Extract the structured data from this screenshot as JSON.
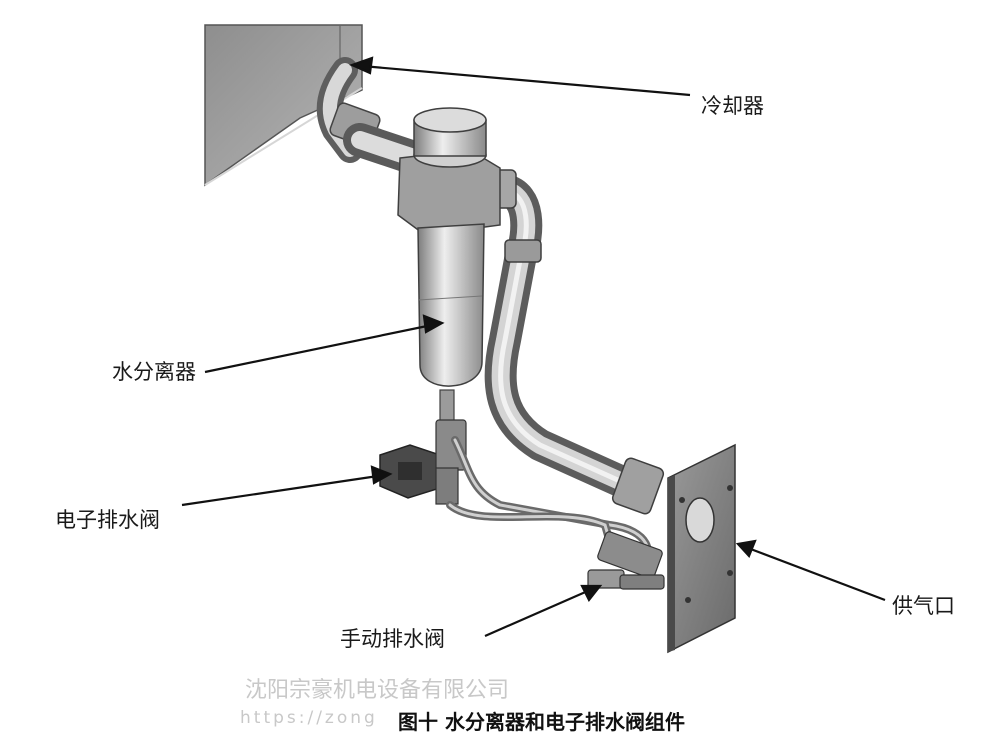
{
  "labels": {
    "cooler": "冷却器",
    "separator": "水分离器",
    "electronic_drain": "电子排水阀",
    "manual_drain": "手动排水阀",
    "air_outlet": "供气口"
  },
  "watermark": {
    "company": "沈阳宗豪机电设备有限公司",
    "url": "https://zong"
  },
  "caption": "图十  水分离器和电子排水阀组件"
}
